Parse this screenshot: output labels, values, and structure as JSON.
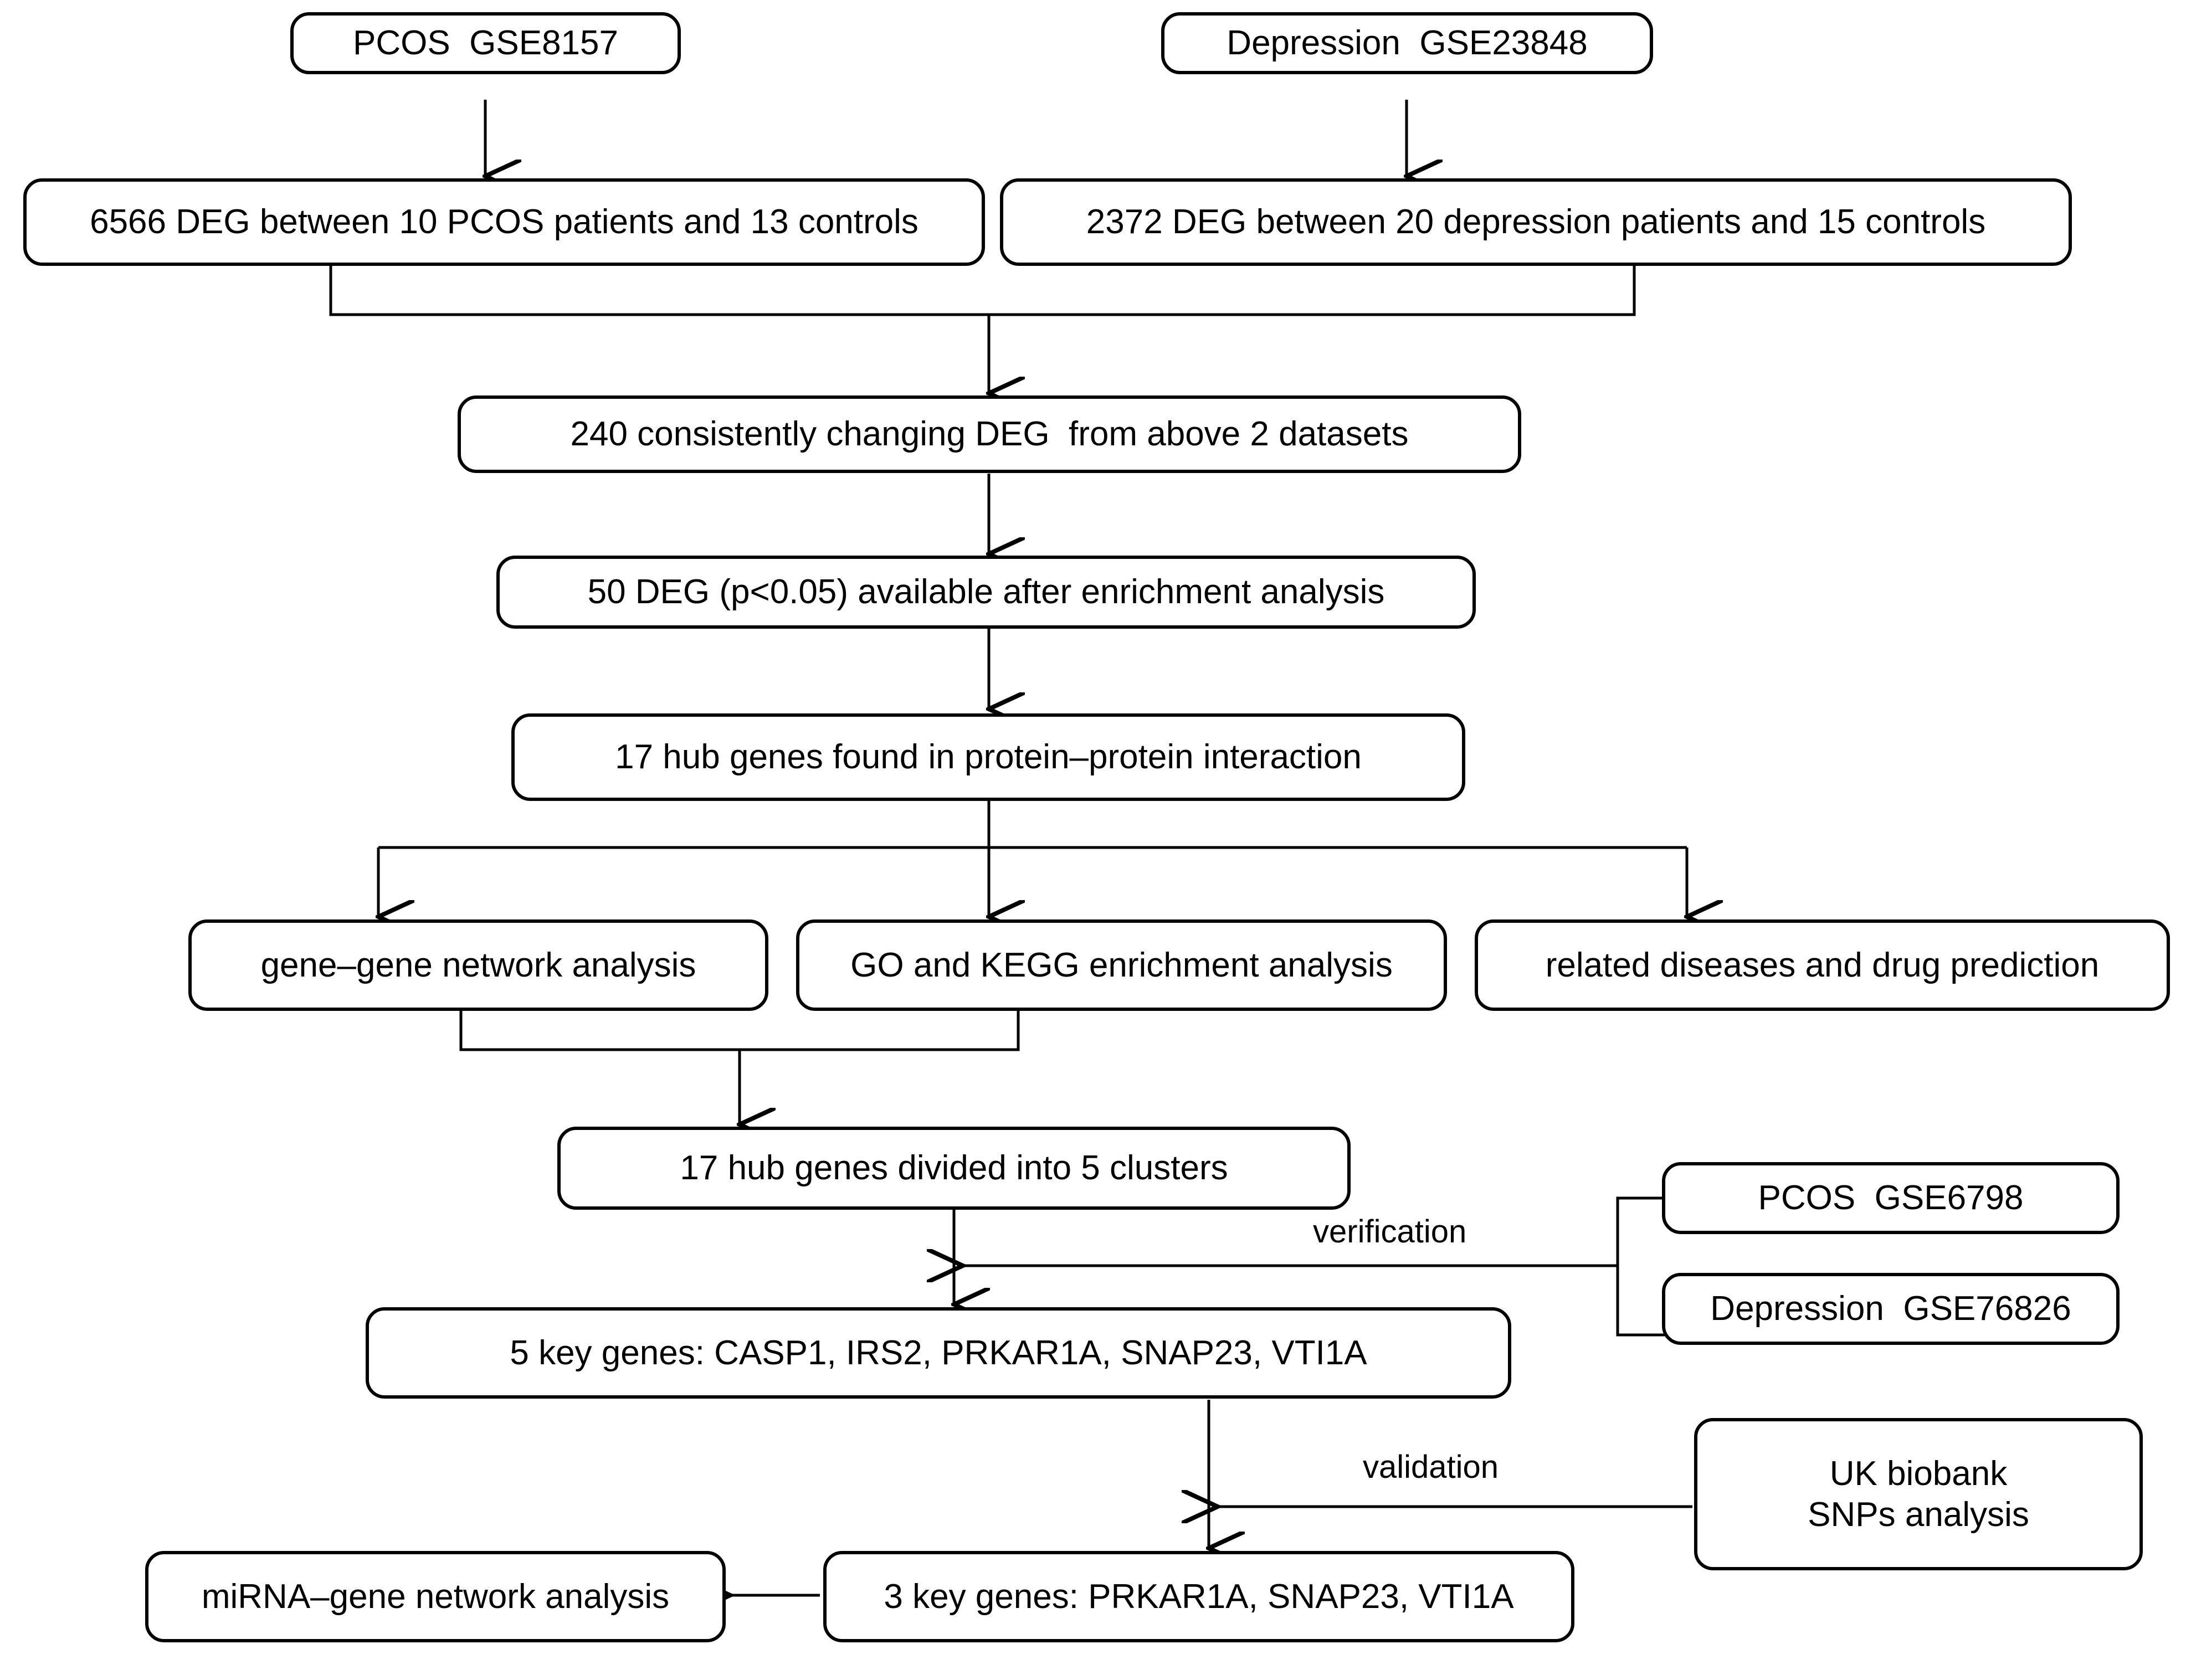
{
  "diagram": {
    "title": "Study workflow flowchart",
    "background_color": "#ffffff",
    "line_color": "#000000",
    "text_color": "#000000",
    "nodes": [
      {
        "id": "pcos_gse8157",
        "label": "PCOS  GSE8157"
      },
      {
        "id": "depression_gse23848",
        "label": "Depression  GSE23848"
      },
      {
        "id": "deg_pcos",
        "label": "6566 DEG between 10 PCOS patients and 13 controls"
      },
      {
        "id": "deg_depression",
        "label": "2372 DEG between 20 depression patients and 15 controls"
      },
      {
        "id": "deg_consistent",
        "label": "240 consistently changing DEG  from above 2 datasets"
      },
      {
        "id": "deg_enrichment",
        "label": "50 DEG (p<0.05) available after enrichment analysis"
      },
      {
        "id": "hub_genes_ppi",
        "label": "17 hub genes found in protein–protein interaction"
      },
      {
        "id": "gene_gene_network",
        "label": "gene–gene network analysis"
      },
      {
        "id": "go_kegg",
        "label": "GO and KEGG enrichment analysis"
      },
      {
        "id": "disease_drug",
        "label": "related diseases and drug prediction"
      },
      {
        "id": "hub_clusters",
        "label": "17 hub genes divided into 5 clusters"
      },
      {
        "id": "pcos_gse6798",
        "label": "PCOS  GSE6798"
      },
      {
        "id": "depression_gse76826",
        "label": "Depression  GSE76826"
      },
      {
        "id": "five_key_genes",
        "label": "5 key genes: CASP1, IRS2, PRKAR1A, SNAP23, VTI1A"
      },
      {
        "id": "uk_biobank_line1",
        "label": "UK biobank"
      },
      {
        "id": "uk_biobank_line2",
        "label": "SNPs analysis"
      },
      {
        "id": "three_key_genes",
        "label": "3 key genes: PRKAR1A, SNAP23, VTI1A"
      },
      {
        "id": "mirna_network",
        "label": "miRNA–gene network analysis"
      }
    ],
    "edge_labels": [
      {
        "id": "verification",
        "label": "verification"
      },
      {
        "id": "validation",
        "label": "validation"
      }
    ]
  }
}
